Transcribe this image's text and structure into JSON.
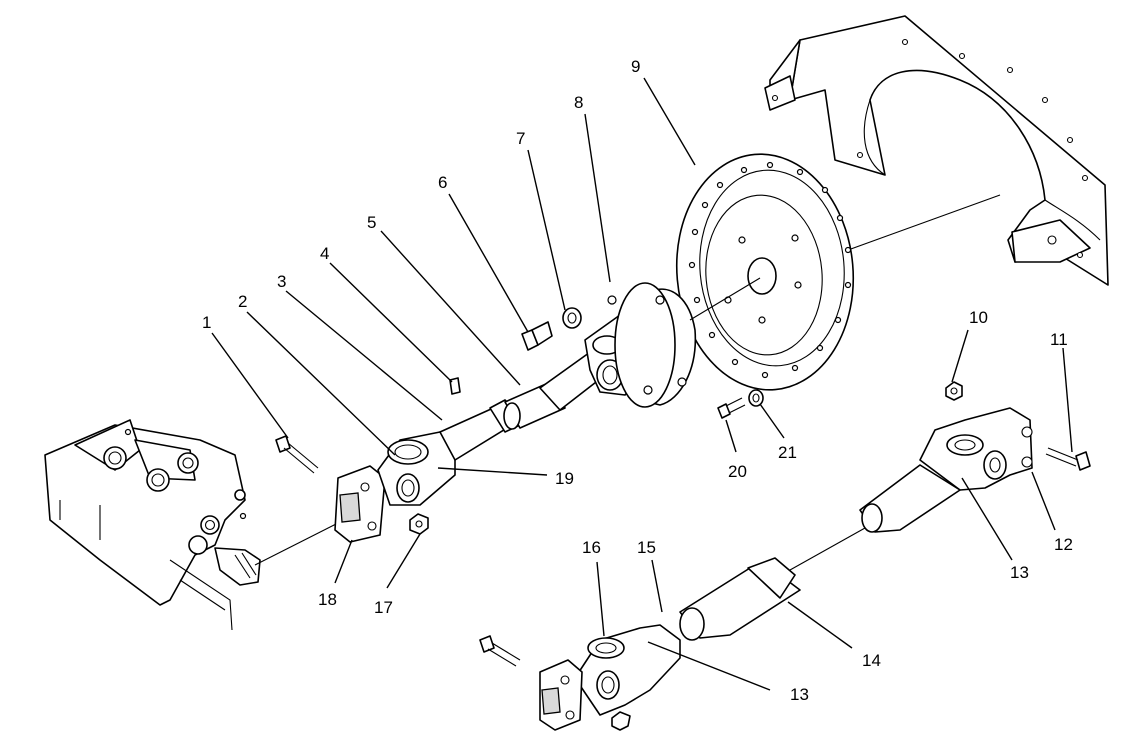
{
  "callouts": [
    {
      "id": "c1",
      "label": "1"
    },
    {
      "id": "c2",
      "label": "2"
    },
    {
      "id": "c3",
      "label": "3"
    },
    {
      "id": "c4",
      "label": "4"
    },
    {
      "id": "c5",
      "label": "5"
    },
    {
      "id": "c6",
      "label": "6"
    },
    {
      "id": "c7",
      "label": "7"
    },
    {
      "id": "c8",
      "label": "8"
    },
    {
      "id": "c9",
      "label": "9"
    },
    {
      "id": "c10",
      "label": "10"
    },
    {
      "id": "c11",
      "label": "11"
    },
    {
      "id": "c12",
      "label": "12"
    },
    {
      "id": "c13a",
      "label": "13"
    },
    {
      "id": "c13b",
      "label": "13"
    },
    {
      "id": "c14",
      "label": "14"
    },
    {
      "id": "c15",
      "label": "15"
    },
    {
      "id": "c16",
      "label": "16"
    },
    {
      "id": "c17",
      "label": "17"
    },
    {
      "id": "c18",
      "label": "18"
    },
    {
      "id": "c19",
      "label": "19"
    },
    {
      "id": "c20",
      "label": "20"
    },
    {
      "id": "c21",
      "label": "21"
    }
  ]
}
